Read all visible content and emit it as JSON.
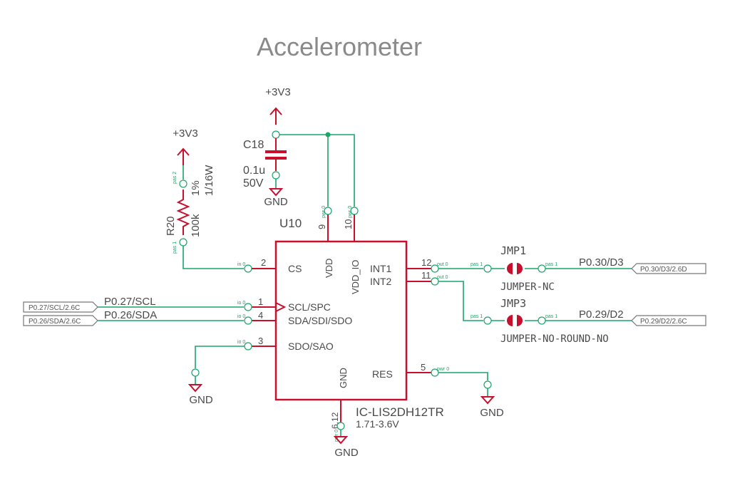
{
  "title": "Accelerometer",
  "power": {
    "vcc_left": "+3V3",
    "vcc_top": "+3V3",
    "gnd": "GND"
  },
  "resistor": {
    "ref": "R20",
    "value": "100k",
    "tolerance": "1%",
    "power": "1/16W",
    "pin_labels": [
      "pas 2",
      "pas 1"
    ]
  },
  "capacitor": {
    "ref": "C18",
    "value": "0.1u",
    "voltage": "50V"
  },
  "ic": {
    "ref": "U10",
    "part": "IC-LIS2DH12TR",
    "voltage": "1.71-3.6V",
    "pins": {
      "cs": "CS",
      "scl": "SCL/SPC",
      "sda": "SDA/SDI/SDO",
      "sdo": "SDO/SAO",
      "vdd": "VDD",
      "vdd_io": "VDD_IO",
      "int1": "INT1",
      "int2": "INT2",
      "gnd": "GND",
      "res": "RES"
    },
    "pin_numbers": {
      "cs": "2",
      "scl": "1",
      "sda": "4",
      "sdo": "3",
      "vdd": "9",
      "vdd_io": "10",
      "int1": "12",
      "int2": "11",
      "gnd": "6,12",
      "res": "5"
    },
    "pin_types": {
      "cs": "in 0",
      "scl": "io 0",
      "sda": "io 0",
      "sdo": "io 0",
      "vdd": "pwr 0",
      "vdd_io": "pwr 0",
      "int1": "out 0",
      "int2": "out 0",
      "gnd": "pwr 0",
      "res": "pwr 0"
    }
  },
  "nets": {
    "scl": "P0.27/SCL",
    "sda": "P0.26/SDA",
    "d3": "P0.30/D3",
    "d2": "P0.29/D2"
  },
  "net_flags": {
    "scl": "P0.27/SCL/2.6C",
    "sda": "P0.26/SDA/2.6C",
    "d3": "P0.30/D3/2.6D",
    "d2": "P0.29/D2/2.6C"
  },
  "jumpers": {
    "jmp1_ref": "JMP1",
    "jmp1_type": "JUMPER-NC",
    "jmp3_ref": "JMP3",
    "jmp3_type": "JUMPER-NO-ROUND-NO",
    "pas1": "pas 1"
  },
  "colors": {
    "wire": "#1aa56a",
    "component": "#c8102e",
    "text": "#666666"
  }
}
